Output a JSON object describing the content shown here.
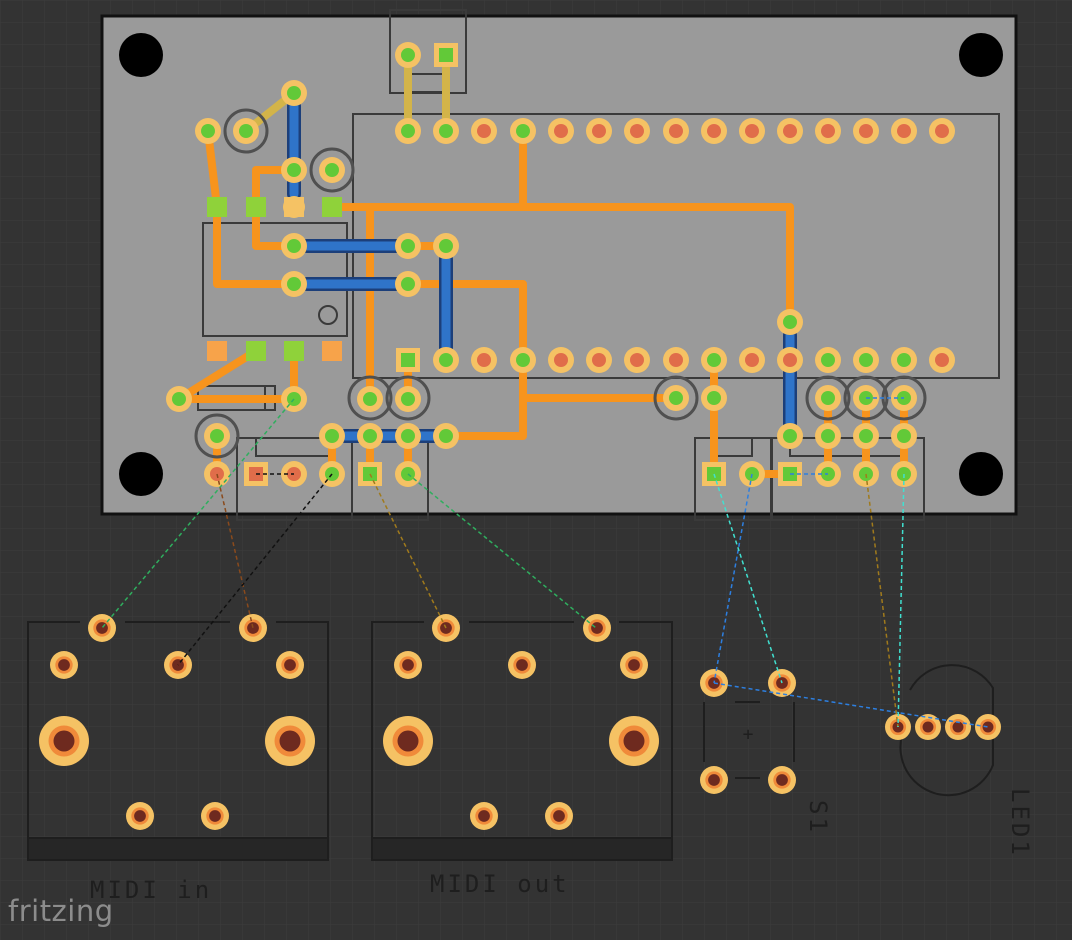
{
  "labels": {
    "midi_in": "MIDI in",
    "midi_out": "MIDI out",
    "s1": "S1",
    "led1": "LED1"
  },
  "app": {
    "logo": "fritzing"
  },
  "colors": {
    "background": "#333333",
    "grid": "#3b3b3b",
    "board": "#9a9a9a",
    "trace": "#f7941d",
    "jumper": "#2f74c9",
    "pad_ring": "#f5c264",
    "pad_connected": "#62c938",
    "pad_unconnected": "#e06d4a",
    "part_hole": "#6e2a1f"
  },
  "icons": {
    "mounting_hole": "mounting-hole-icon",
    "pad": "pad-icon",
    "square_pad": "square-pad-icon",
    "ratsnest": "ratsnest-wire-icon"
  }
}
